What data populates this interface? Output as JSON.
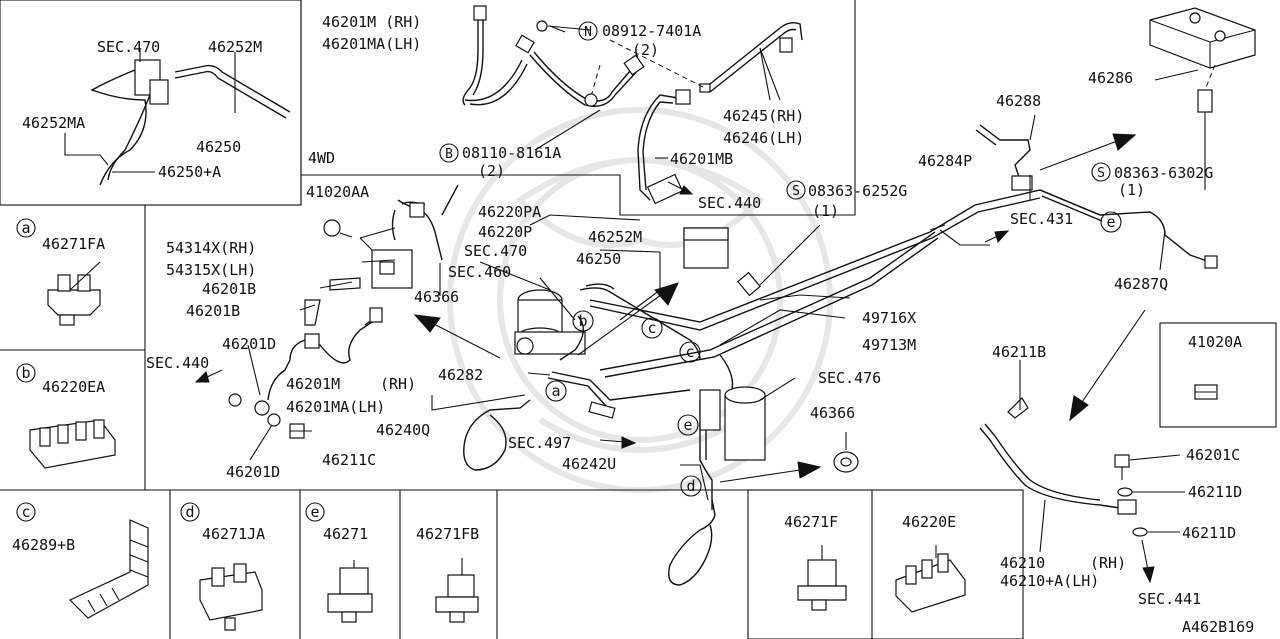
{
  "labels": {
    "sec470_top": "SEC.470",
    "p46252M_top": "46252M",
    "p46252MA": "46252MA",
    "p46250_top": "46250",
    "p46250A": "46250+A",
    "p46201M_rh": "46201M (RH)",
    "p46201MA_lh": "46201MA(LH)",
    "n08912": "N",
    "n08912_num": "08912-7401A",
    "n08912_qty": "(2)",
    "p46245": "46245(RH)",
    "p46246": "46246(LH)",
    "b08110": "B",
    "b08110_num": "08110-8161A",
    "b08110_qty": "(2)",
    "p46201MB": "46201MB",
    "sec440_top": "SEC.440",
    "wd4": "4WD",
    "p41020AA": "41020AA",
    "p54314X": "54314X(RH)",
    "p54315X": "54315X(LH)",
    "p46201B_1": "46201B",
    "p46201B_2": "46201B",
    "p46220PA": "46220PA",
    "p46220P": "46220P",
    "p46252M_mid": "46252M",
    "sec470_mid": "SEC.470",
    "p46250_mid": "46250",
    "sec460": "SEC.460",
    "p46366_left": "46366",
    "s08363_6252": "S",
    "s08363_6252_num": "08363-6252G",
    "s08363_6252_qty": "(1)",
    "p46284P": "46284P",
    "p46288": "46288",
    "p46286": "46286",
    "s08363_6302": "S",
    "s08363_6302_num": "08363-6302G",
    "s08363_6302_qty": "(1)",
    "sec431": "SEC.431",
    "p46287Q": "46287Q",
    "p49716X": "49716X",
    "p49713M": "49713M",
    "p46201D_1": "46201D",
    "sec440_mid": "SEC.440",
    "p46201M_mid": "46201M",
    "p46201MA_mid": "46201MA(LH)",
    "p46282": "46282",
    "rh_mid": "(RH)",
    "p46240Q": "46240Q",
    "sec497": "SEC.497",
    "p46242U": "46242U",
    "sec476": "SEC.476",
    "p46366_right": "46366",
    "p46211C": "46211C",
    "p46201D_2": "46201D",
    "p46211B": "46211B",
    "p41020A": "41020A",
    "p46201C": "46201C",
    "p46211D_1": "46211D",
    "p46211D_2": "46211D",
    "p46210": "46210",
    "p46210A": "46210+A(LH)",
    "rh_right": "(RH)",
    "sec441": "SEC.441",
    "diagram_code": "A462B169"
  },
  "clips": [
    {
      "letter": "a",
      "part": "46271FA"
    },
    {
      "letter": "b",
      "part": "46220EA"
    },
    {
      "letter": "c",
      "part": "46289+B"
    },
    {
      "letter": "d",
      "part": "46271JA"
    },
    {
      "letter": "e",
      "part": "46271"
    },
    {
      "letter": "",
      "part": "46271FB"
    },
    {
      "letter": "",
      "part": "46271F"
    },
    {
      "letter": "",
      "part": "46220E"
    }
  ],
  "markers": {
    "a": "a",
    "b": "b",
    "c": "c",
    "d": "d",
    "e": "e"
  }
}
